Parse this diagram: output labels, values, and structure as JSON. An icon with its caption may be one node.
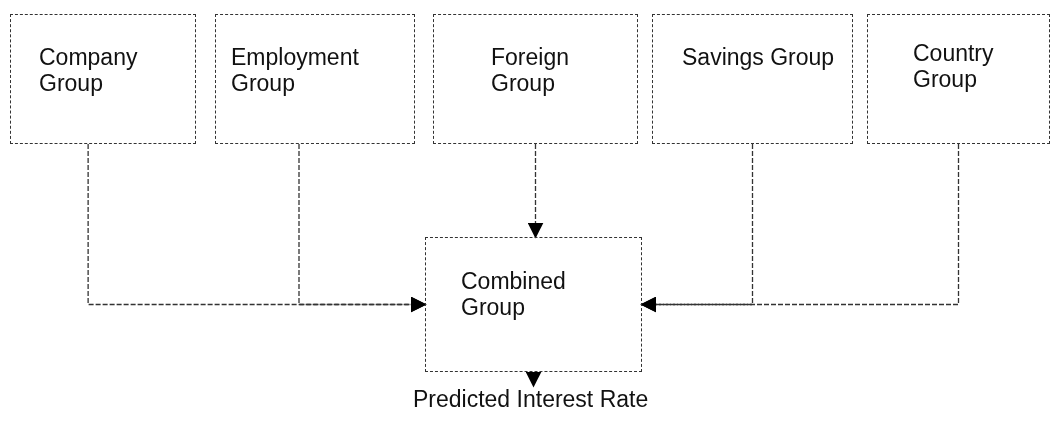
{
  "diagram": {
    "nodes": [
      {
        "text": [
          "Company Group"
        ]
      },
      {
        "text": [
          "Employment Group"
        ]
      },
      {
        "text": [
          "Foreign Group"
        ]
      },
      {
        "text": [
          "Savings Group"
        ]
      },
      {
        "text": [
          "Country Group"
        ]
      },
      {
        "text": [
          "Combined Group"
        ]
      },
      {
        "text": [
          "Predicted Interest Rate"
        ]
      }
    ],
    "edges": [
      {
        "from": 0,
        "to": 5,
        "arrow": "to"
      },
      {
        "from": 1,
        "to": 5,
        "arrow": "to"
      },
      {
        "from": 2,
        "to": 5,
        "arrow": "to"
      },
      {
        "from": 3,
        "to": 5,
        "arrow": "to"
      },
      {
        "from": 4,
        "to": 5,
        "arrow": "to"
      },
      {
        "from": 5,
        "to": 6,
        "arrow": "to"
      }
    ]
  }
}
